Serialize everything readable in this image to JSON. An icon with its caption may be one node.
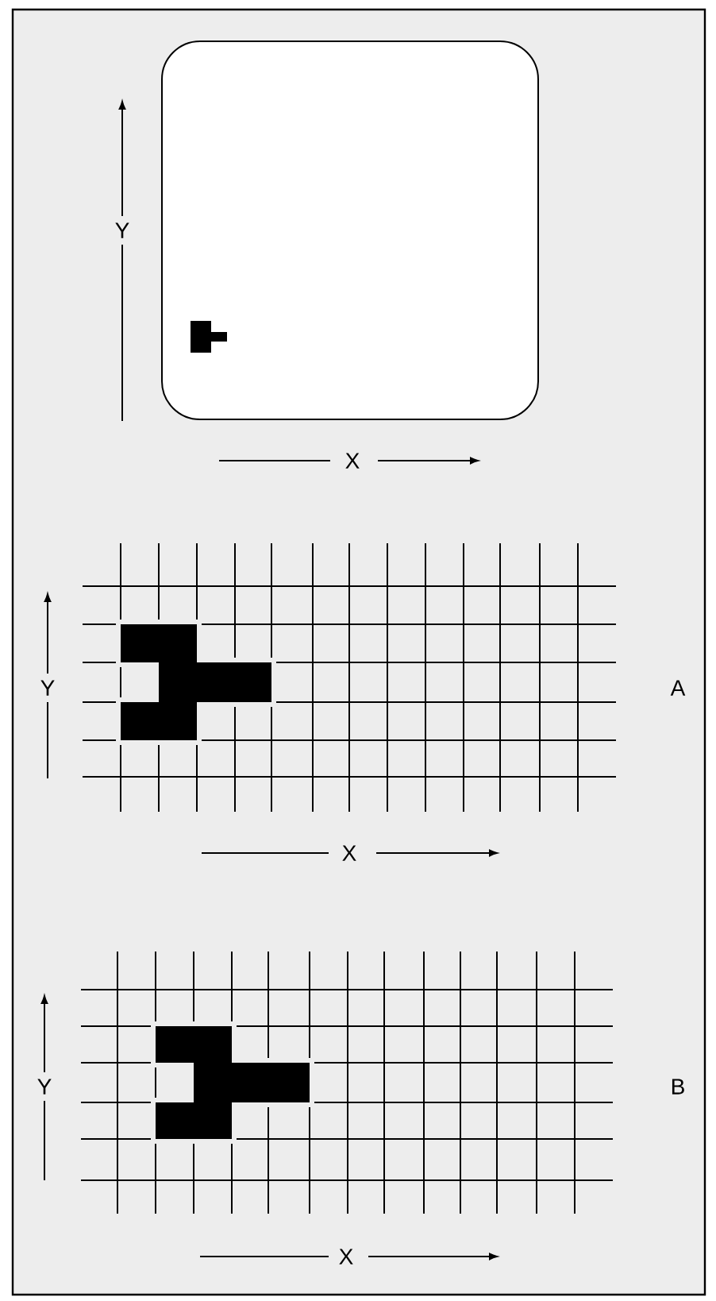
{
  "diagram": {
    "labels": [
      "Y",
      "X",
      "Y",
      "A",
      "X",
      "Y",
      "B",
      "X"
    ]
  }
}
